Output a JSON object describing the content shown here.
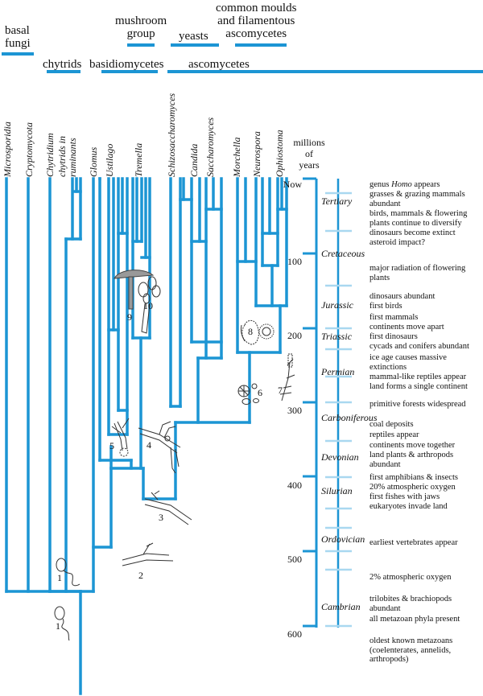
{
  "groups": {
    "basal_fungi": "basal\nfungi",
    "chytrids": "chytrids",
    "basidiomycetes": "basidiomycetes",
    "mushroom_group": "mushroom\ngroup",
    "yeasts": "yeasts",
    "filamentous": "common moulds\nand filamentous\nascomycetes",
    "ascomycetes": "ascomycetes"
  },
  "taxa": [
    "Microsporidia",
    "Cryptomycota",
    "Chytridium",
    "chytrids in\nruminants",
    "Glomus",
    "Ustilago",
    "Tremella",
    "Schizosaccharomyces",
    "Candida",
    "Saccharomyces",
    "Morchella",
    "Neurospora",
    "Ophiostoma"
  ],
  "axis": {
    "title": "millions\nof\nyears",
    "ticks": [
      "Now",
      "100",
      "200",
      "300",
      "400",
      "500",
      "600"
    ]
  },
  "periods": [
    "Tertiary",
    "Cretaceous",
    "Jurassic",
    "Triassic",
    "Permian",
    "Carboniferous",
    "Devonian",
    "Silurian",
    "Ordovician",
    "Cambrian"
  ],
  "events": {
    "e1_pre": "genus ",
    "e1_genus": "Homo",
    "e1_post": " appears",
    "e2": "grasses & grazing mammals abundant",
    "e3": "birds, mammals & flowering plants continue to diversify",
    "e4": "dinosaurs become extinct asteroid impact?",
    "e5": "major radiation of flowering plants",
    "e6": "dinosaurs abundant",
    "e7": "first birds",
    "e8": "first mammals",
    "e9": "continents move apart",
    "e10": "first dinosaurs",
    "e11": "cycads and conifers abundant",
    "e12": "ice age causes massive extinctions",
    "e13": "mammal-like reptiles appear",
    "e14": "land forms a single continent",
    "e15": "primitive forests widespread",
    "e16": "coal deposits",
    "e17": "reptiles appear",
    "e18": "continents move together",
    "e19": "land plants & arthropods abundant",
    "e20": "first amphibians & insects",
    "e21": "20% atmospheric oxygen",
    "e22": "first fishes with jaws",
    "e23": "eukaryotes invade land",
    "e24": "earliest vertebrates appear",
    "e25": "2% atmospheric oxygen",
    "e26": "trilobites & brachiopods abundant",
    "e27": "all metazoan phyla present",
    "e28": "oldest known metazoans (coelenterates, annelids, arthropods)"
  },
  "figure_numbers": [
    "1",
    "1",
    "2",
    "3",
    "4",
    "5",
    "6",
    "7",
    "8",
    "9",
    "10"
  ],
  "colors": {
    "tree": "#1c95d4",
    "axis": "#1c95d4",
    "axis_light": "#a9d8f0",
    "text": "#111111",
    "drawing": "#333333"
  }
}
